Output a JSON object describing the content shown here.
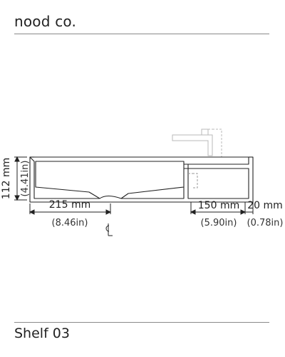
{
  "header": {
    "brand": "nood co."
  },
  "footer": {
    "product_name": "Shelf 03"
  },
  "diagram": {
    "height": {
      "metric": "112 mm",
      "imperial": "(4.41in)"
    },
    "left_width": {
      "metric": "215 mm",
      "imperial": "(8.46in)"
    },
    "right_width": {
      "metric": "150 mm",
      "imperial": "(5.90in)"
    },
    "lip": {
      "metric": "20 mm",
      "imperial": "(0.78in)"
    },
    "centerline": "CL"
  }
}
